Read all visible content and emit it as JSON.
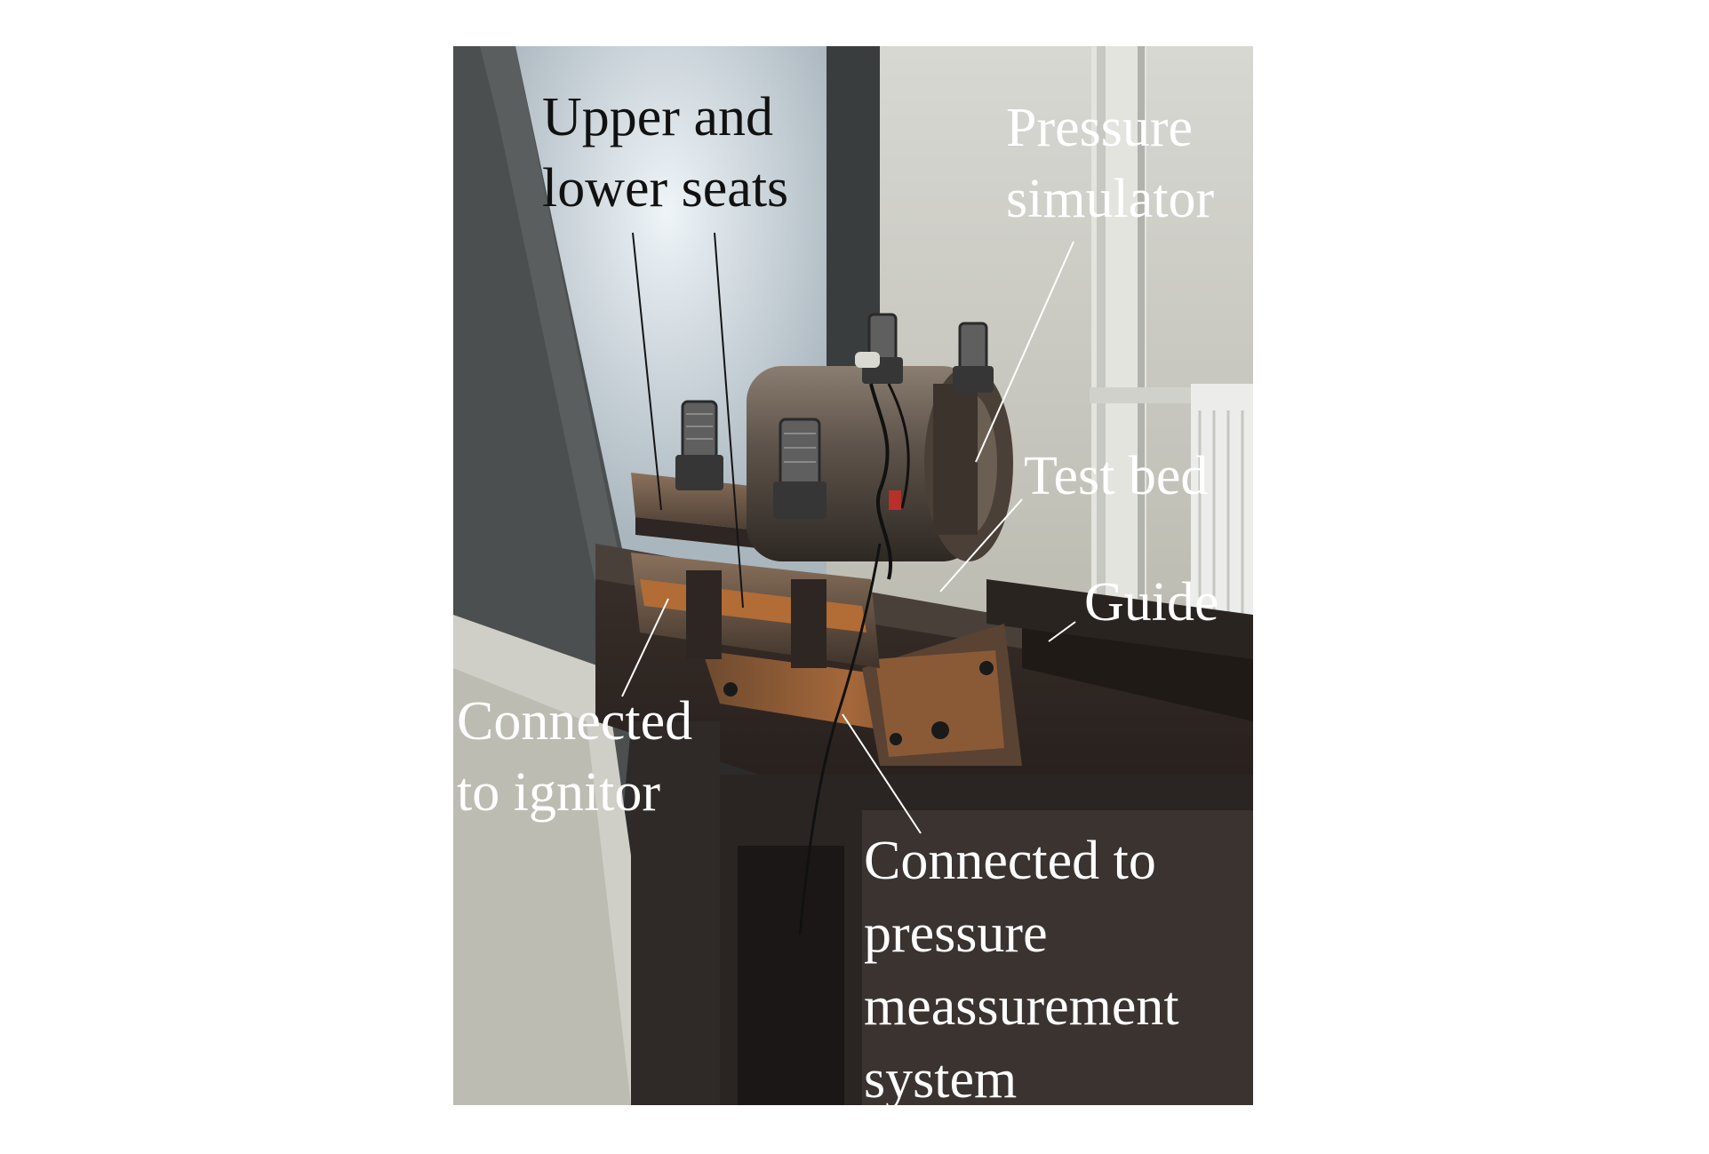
{
  "figure": {
    "labels": {
      "seats": [
        "Upper and",
        "lower seats"
      ],
      "simulator": [
        "Pressure",
        "simulator"
      ],
      "test_bed": [
        "Test bed"
      ],
      "guide": [
        "Guide"
      ],
      "ignitor": [
        "Connected",
        "to ignitor"
      ],
      "pressure_system": [
        "Connected to",
        "pressure",
        "meassurement",
        "system"
      ]
    },
    "colors": {
      "label_dark": "#111111",
      "label_light": "#ffffff",
      "leader_line": "#ffffff",
      "leader_line_dark": "#151515"
    }
  }
}
